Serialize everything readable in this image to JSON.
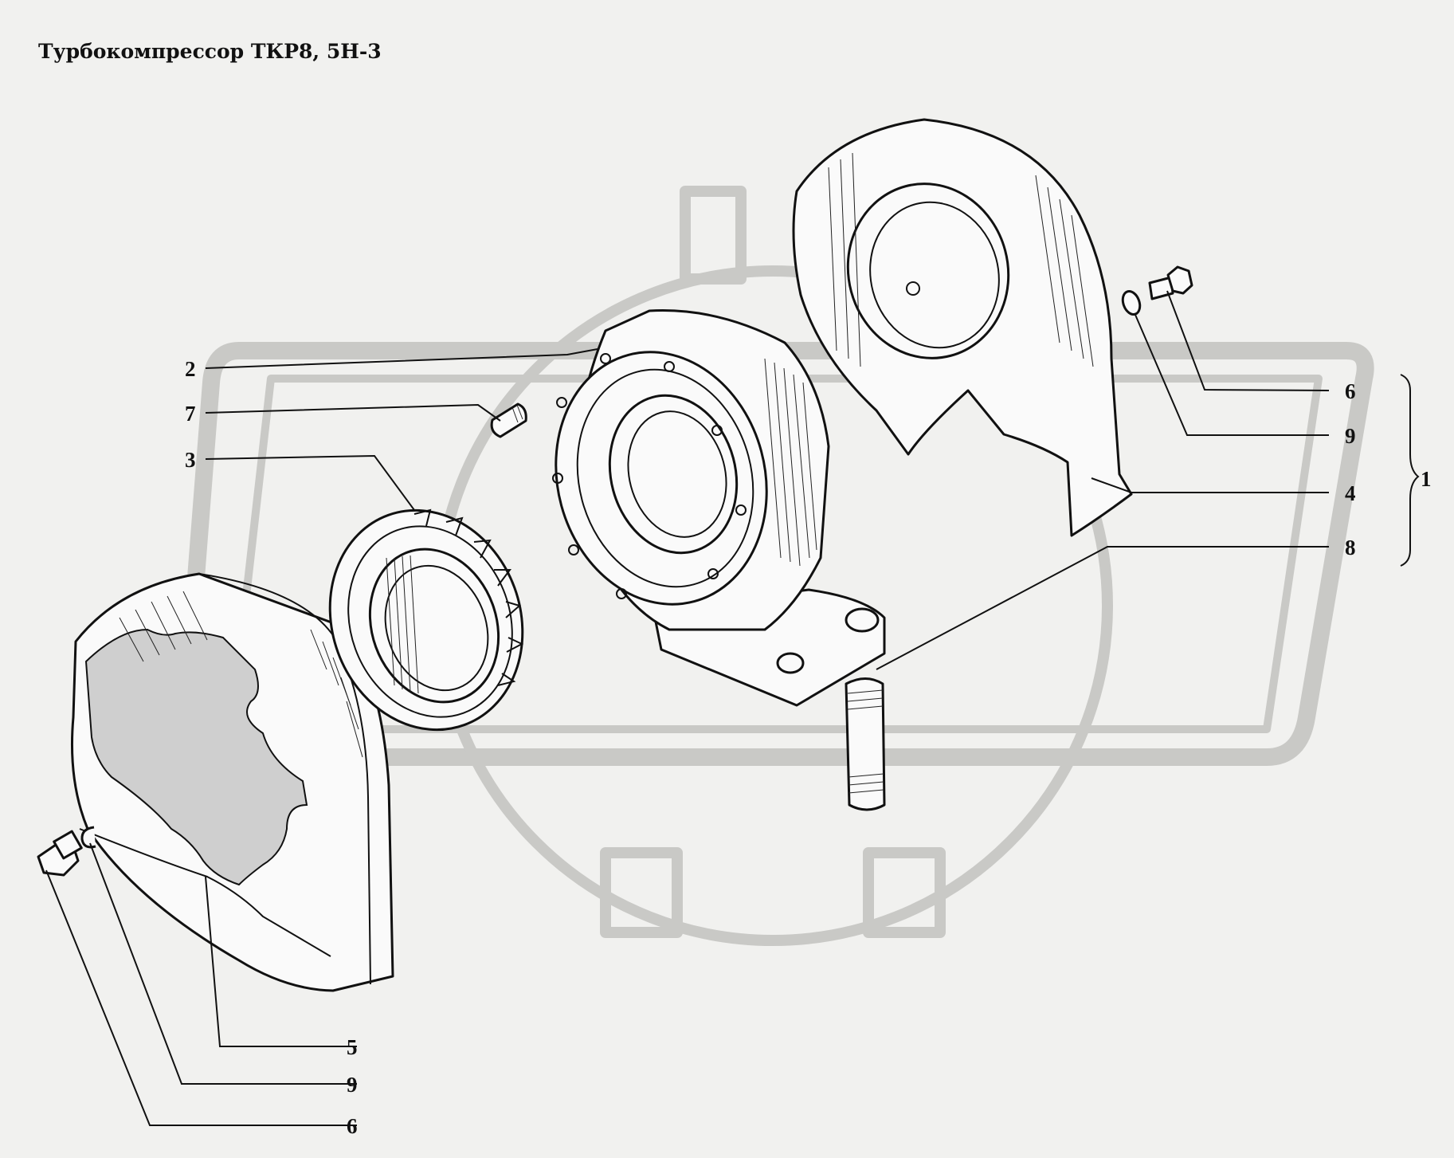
{
  "title": "Турбокомпрессор ТКР8, 5Н-3",
  "callouts": {
    "c2": "2",
    "c7": "7",
    "c3": "3",
    "c6_right": "6",
    "c9_right": "9",
    "c4": "4",
    "c8": "8",
    "c1": "1",
    "c5": "5",
    "c9_bottom": "9",
    "c6_bottom": "6"
  }
}
